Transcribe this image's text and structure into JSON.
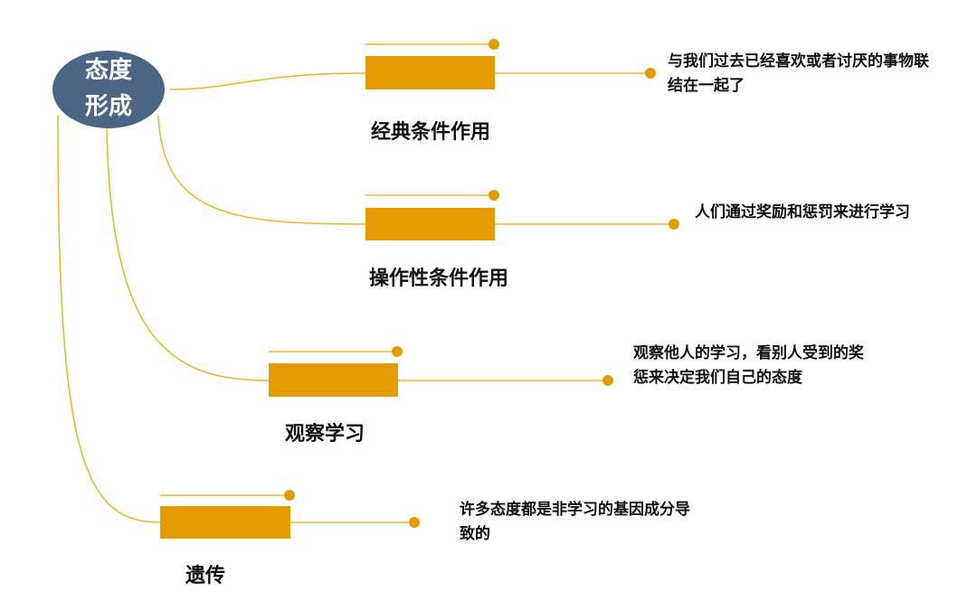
{
  "root": {
    "line1": "态度",
    "line2": "形成",
    "color": "#4a6684"
  },
  "colors": {
    "bar": "#e39c00",
    "line": "#f2b530"
  },
  "branches": [
    {
      "label": "经典条件作用",
      "desc": "与我们过去已经喜欢或者讨厌的事物联结在一起了"
    },
    {
      "label": "操作性条件作用",
      "desc": "人们通过奖励和惩罚来进行学习"
    },
    {
      "label": "观察学习",
      "desc": "观察他人的学习，看别人受到的奖惩来决定我们自己的态度"
    },
    {
      "label": "遗传",
      "desc": "许多态度都是非学习的基因成分导致的"
    }
  ]
}
